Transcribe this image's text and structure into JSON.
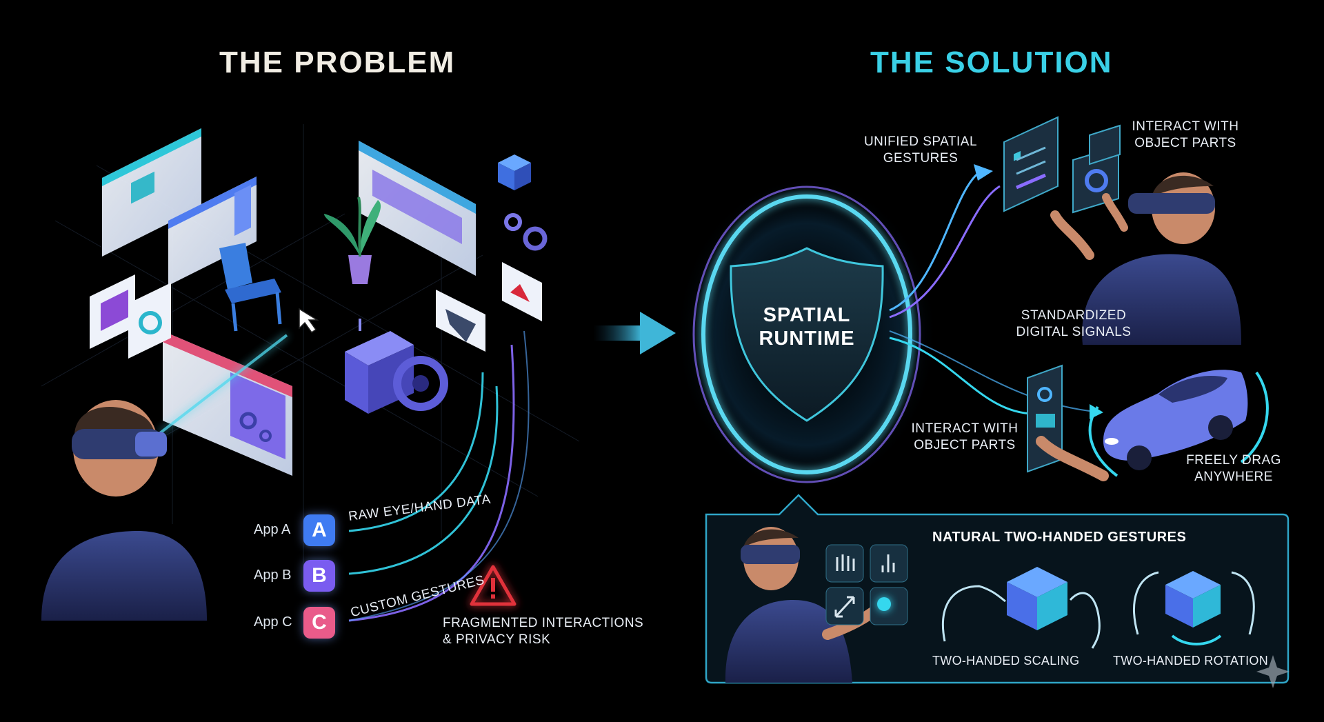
{
  "problem": {
    "title": "THE PROBLEM",
    "apps": [
      {
        "label": "App A",
        "letter": "A",
        "color": "#3f7bf2"
      },
      {
        "label": "App B",
        "letter": "B",
        "color": "#7a5cf0"
      },
      {
        "label": "App C",
        "letter": "C",
        "color": "#e95b8a"
      }
    ],
    "raw_data_label": "RAW EYE/HAND DATA",
    "custom_gestures_label": "CUSTOM GESTURES",
    "risk_label": "FRAGMENTED INTERACTIONS\n& PRIVACY RISK"
  },
  "solution": {
    "title": "THE SOLUTION",
    "runtime_label": "SPATIAL\nRUNTIME",
    "unified_label": "UNIFIED SPATIAL\nGESTURES",
    "interact_top_label": "INTERACT WITH\nOBJECT PARTS",
    "standardized_label": "STANDARDIZED\nDIGITAL SIGNALS",
    "interact_bottom_label": "INTERACT WITH\nOBJECT PARTS",
    "drag_label": "FREELY DRAG\nANYWHERE",
    "gestures_panel": {
      "title": "NATURAL TWO-HANDED GESTURES",
      "scaling": "TWO-HANDED SCALING",
      "rotation": "TWO-HANDED ROTATION"
    }
  },
  "colors": {
    "problem_title": "#f1ede4",
    "solution_title": "#3ad0e6",
    "accent_cyan": "#35d7ee",
    "accent_purple": "#8a6cff",
    "risk_red": "#e0303a"
  },
  "icons": [
    "headset-user",
    "browser-window",
    "chair",
    "plant",
    "camera-robot",
    "gear",
    "warning",
    "shield",
    "car",
    "cube",
    "hand"
  ]
}
